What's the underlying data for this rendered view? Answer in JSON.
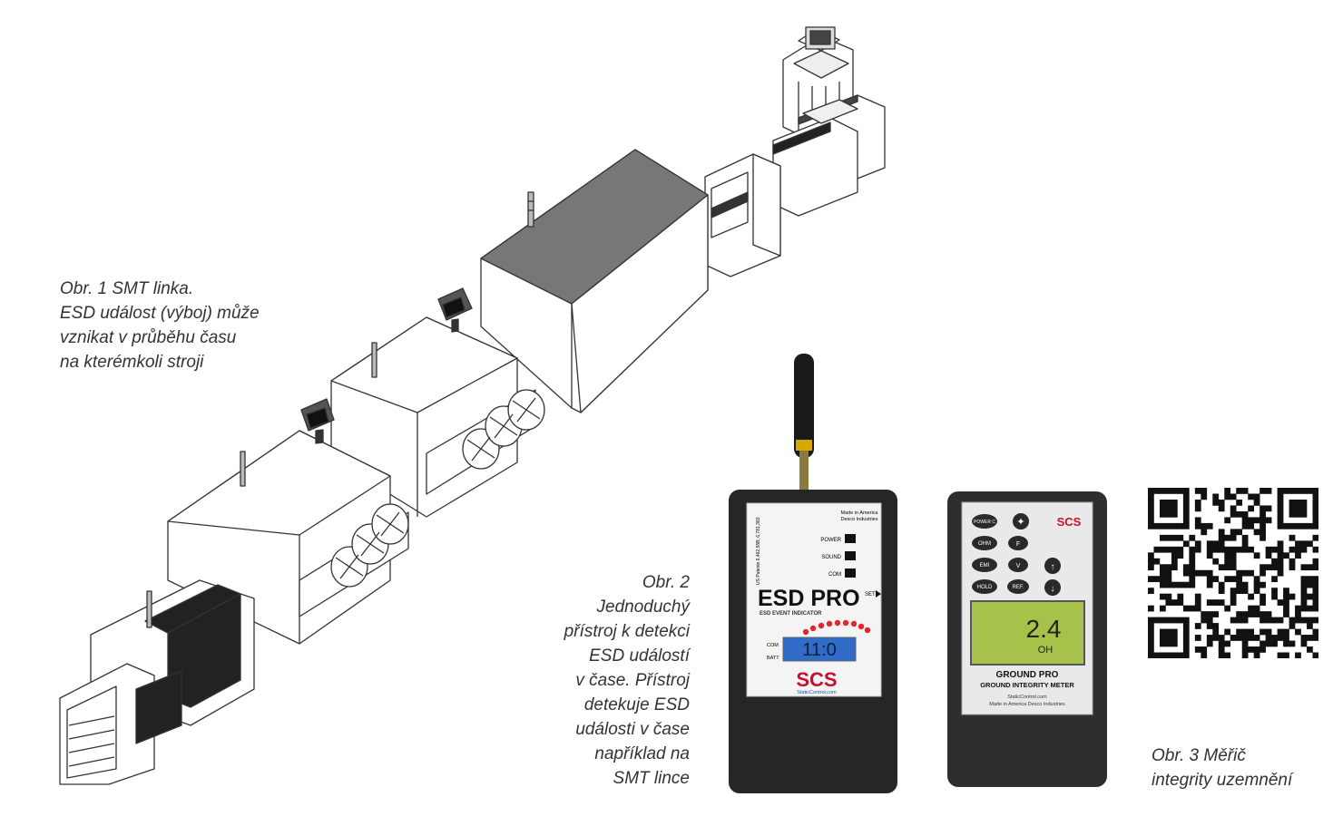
{
  "figure1": {
    "lines": [
      "Obr. 1  SMT linka.",
      "ESD událost (výboj) může",
      "vznikat v průběhu času",
      "na kterémkoli stroji"
    ]
  },
  "figure2": {
    "lines": [
      "Obr. 2",
      "Jednoduchý",
      "přístroj k detekci",
      "ESD událostí",
      "v čase. Přístroj",
      "detekuje ESD",
      "události v čase",
      "například na",
      "SMT lince"
    ],
    "device": {
      "model": "ESD PRO",
      "subtitle": "ESD EVENT INDICATOR",
      "brand": "SCS",
      "website": "StaticControl.com",
      "made_in": "Made in America",
      "maker": "Desco Industries",
      "indicators": [
        "POWER",
        "SOUND",
        "COM"
      ],
      "set_label": "SET",
      "display": "11:0",
      "display_labels": [
        "COM",
        "BATT"
      ],
      "patent": "US Patents 6,462,55B; 6,781,383"
    }
  },
  "figure3": {
    "lines": [
      "Obr. 3  Měřič",
      "integrity uzemnění"
    ],
    "device": {
      "brand": "SCS",
      "keys": [
        "POWER C",
        "OHM",
        "F",
        "EMI",
        "V",
        "HOLD",
        "REF."
      ],
      "display_value": "2.4",
      "display_unit": "OH",
      "model": "GROUND PRO",
      "subtitle": "GROUND INTEGRITY METER",
      "website": "StaticControl.com",
      "made_in": "Made in America  Desco Industries"
    }
  },
  "colors": {
    "caption": "#333333",
    "device_body": "#2a2a2a",
    "brand_red": "#c8102e",
    "brand_blue": "#1f4fa0",
    "lcd_green": "#a6c24a",
    "lcd_blue": "#2f6bc7",
    "led_red": "#e3262b"
  }
}
